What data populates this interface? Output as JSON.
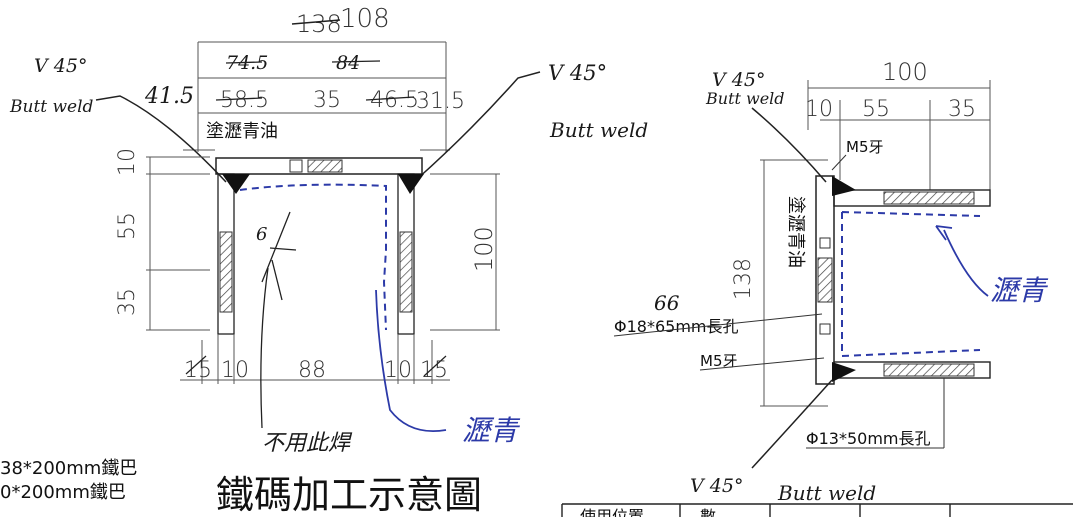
{
  "title": "鐵碼加工示意圖",
  "left_view": {
    "top_total_struck": "138",
    "top_total": "108",
    "row2_left_struck": "74.5",
    "row2_right_struck": "84",
    "left_offset": "41.5",
    "right_offset": "31.5",
    "row3_left_struck": "58.5",
    "row3_mid": "35",
    "row3_right_struck": "46.5",
    "coating_label": "塗瀝青油",
    "weld_left_angle": "V 45°",
    "weld_left_type": "Butt weld",
    "weld_right_angle": "V 45°",
    "weld_right_type": "Butt weld",
    "vdim_10": "10",
    "vdim_55": "55",
    "vdim_35": "35",
    "vdim_100": "100",
    "vdim_6": "6",
    "bottom_15_left": "15",
    "bottom_10_left": "10",
    "bottom_88": "88",
    "bottom_10_right": "10",
    "bottom_15_right": "15",
    "note_no_weld": "不用此焊",
    "note_asphalt": "瀝青"
  },
  "right_view": {
    "top_total": "100",
    "top_10": "10",
    "top_55": "55",
    "top_35": "35",
    "weld_top_angle": "V 45°",
    "weld_top_type": "Butt weld",
    "m5_top": "M5牙",
    "coating_vertical": "塗瀝青油",
    "vdim_138": "138",
    "hole_annot_hand": "66",
    "hole_18": "Φ18*65mm長孔",
    "m5_bottom": "M5牙",
    "hole_13": "Φ13*50mm長孔",
    "weld_bottom_angle": "V 45°",
    "weld_bottom_type": "Butt weld",
    "note_asphalt": "瀝青"
  },
  "notes": {
    "line1": "38*200mm鐵巴",
    "line2": "0*200mm鐵巴"
  },
  "table_header": {
    "cell1": "使用位置",
    "cell2": "數"
  }
}
